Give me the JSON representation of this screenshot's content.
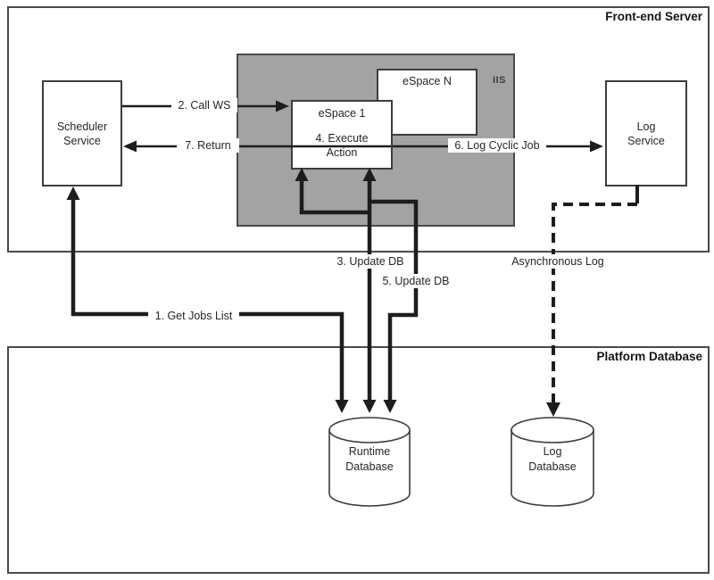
{
  "regions": {
    "frontend_server": "Front-end Server",
    "platform_database": "Platform Database"
  },
  "nodes": {
    "scheduler_service": {
      "line1": "Scheduler",
      "line2": "Service"
    },
    "iis_container": "IIS",
    "espace_1": {
      "title": "eSpace 1",
      "step4_line1": "4. Execute",
      "step4_line2": "Action"
    },
    "espace_n": "eSpace N",
    "log_service": {
      "line1": "Log",
      "line2": "Service"
    },
    "runtime_database": {
      "line1": "Runtime",
      "line2": "Database"
    },
    "log_database": {
      "line1": "Log",
      "line2": "Database"
    }
  },
  "edges": {
    "step1": "1. Get Jobs List",
    "step2": "2. Call WS",
    "step3": "3. Update DB",
    "step5": "5. Update DB",
    "step6": "6. Log Cyclic Job",
    "step7": "7. Return",
    "async": "Asynchronous Log"
  },
  "colors": {
    "iis_fill": "#a3a3a3",
    "line": "#1d1d1d",
    "box_border": "#4a4a4a"
  }
}
